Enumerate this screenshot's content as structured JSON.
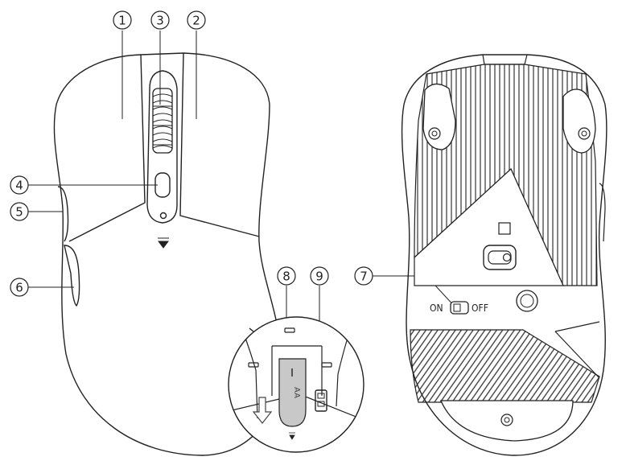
{
  "callouts": {
    "c1": "1",
    "c2": "2",
    "c3": "3",
    "c4": "4",
    "c5": "5",
    "c6": "6",
    "c7": "7",
    "c8": "8",
    "c9": "9"
  },
  "switch": {
    "on_label": "ON",
    "off_label": "OFF"
  },
  "battery": {
    "label": "AA"
  }
}
